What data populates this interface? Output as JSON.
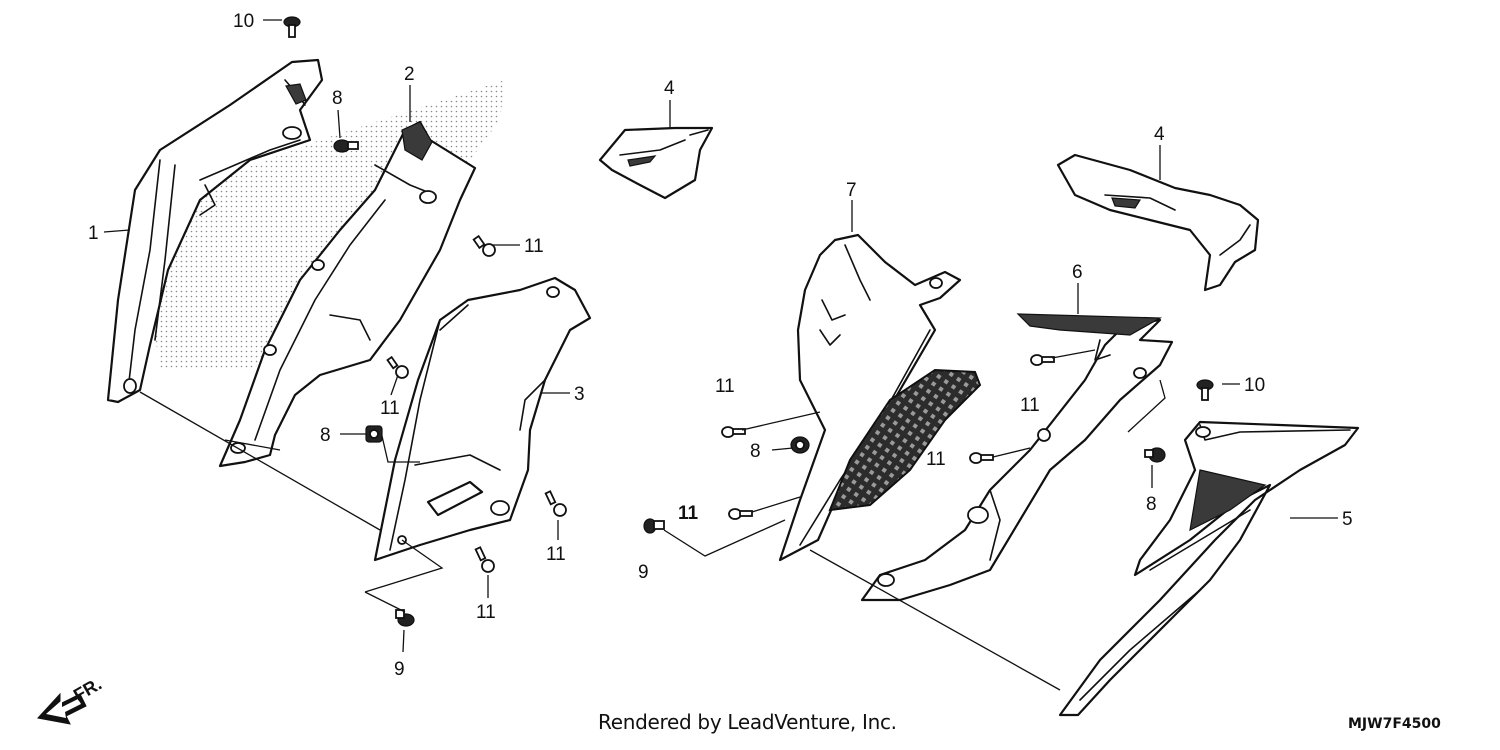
{
  "credit": "Rendered by LeadVenture, Inc.",
  "diagram_code": "MJW7F4500",
  "direction_label": "FR.",
  "callouts": {
    "c1": "1",
    "c2": "2",
    "c3": "3",
    "c4a": "4",
    "c4b": "4",
    "c5": "5",
    "c6": "6",
    "c7": "7",
    "c8a": "8",
    "c8b": "8",
    "c8c": "8",
    "c8d": "8",
    "c9a": "9",
    "c9b": "9",
    "c10a": "10",
    "c10b": "10",
    "c11a": "11",
    "c11b": "11",
    "c11c": "11",
    "c11d": "11",
    "c11e": "11",
    "c11f": "11",
    "c11g": "11",
    "c11h": "11"
  }
}
